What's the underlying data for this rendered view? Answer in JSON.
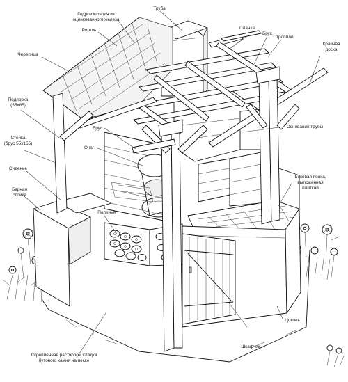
{
  "labels": {
    "truba": "Труба",
    "gidroizolyatsiya_1": "Гидроизоляция из",
    "gidroizolyatsiya_2": "оцинкованного железа",
    "rigel": "Ригель",
    "planka": "Планка",
    "brus_top": "Брус",
    "stropilo": "Стропило",
    "krainyaya_1": "Крайняя",
    "krainyaya_2": "доска",
    "cherepitsa": "Черепица",
    "podporka_1": "Подпорка",
    "podporka_2": "(55х65)",
    "stoyka_1": "Стойка",
    "stoyka_2": "(брус 55х155)",
    "brus_mid": "Брус",
    "ochag": "Очаг",
    "osnovanie_truby": "Основание трубы",
    "sidenye": "Сиденье",
    "barnaya_1": "Барная",
    "barnaya_2": "стойка",
    "polenya": "Поленья",
    "bokovaya_1": "Боковая полка,",
    "bokovaya_2": "выложенная",
    "bokovaya_3": "плиткой",
    "tsokol": "Цоколь",
    "shkafchik": "Шкафчик",
    "kladka_1": "Скрепленная раствором кладка",
    "kladka_2": "бутового камня на песке"
  }
}
